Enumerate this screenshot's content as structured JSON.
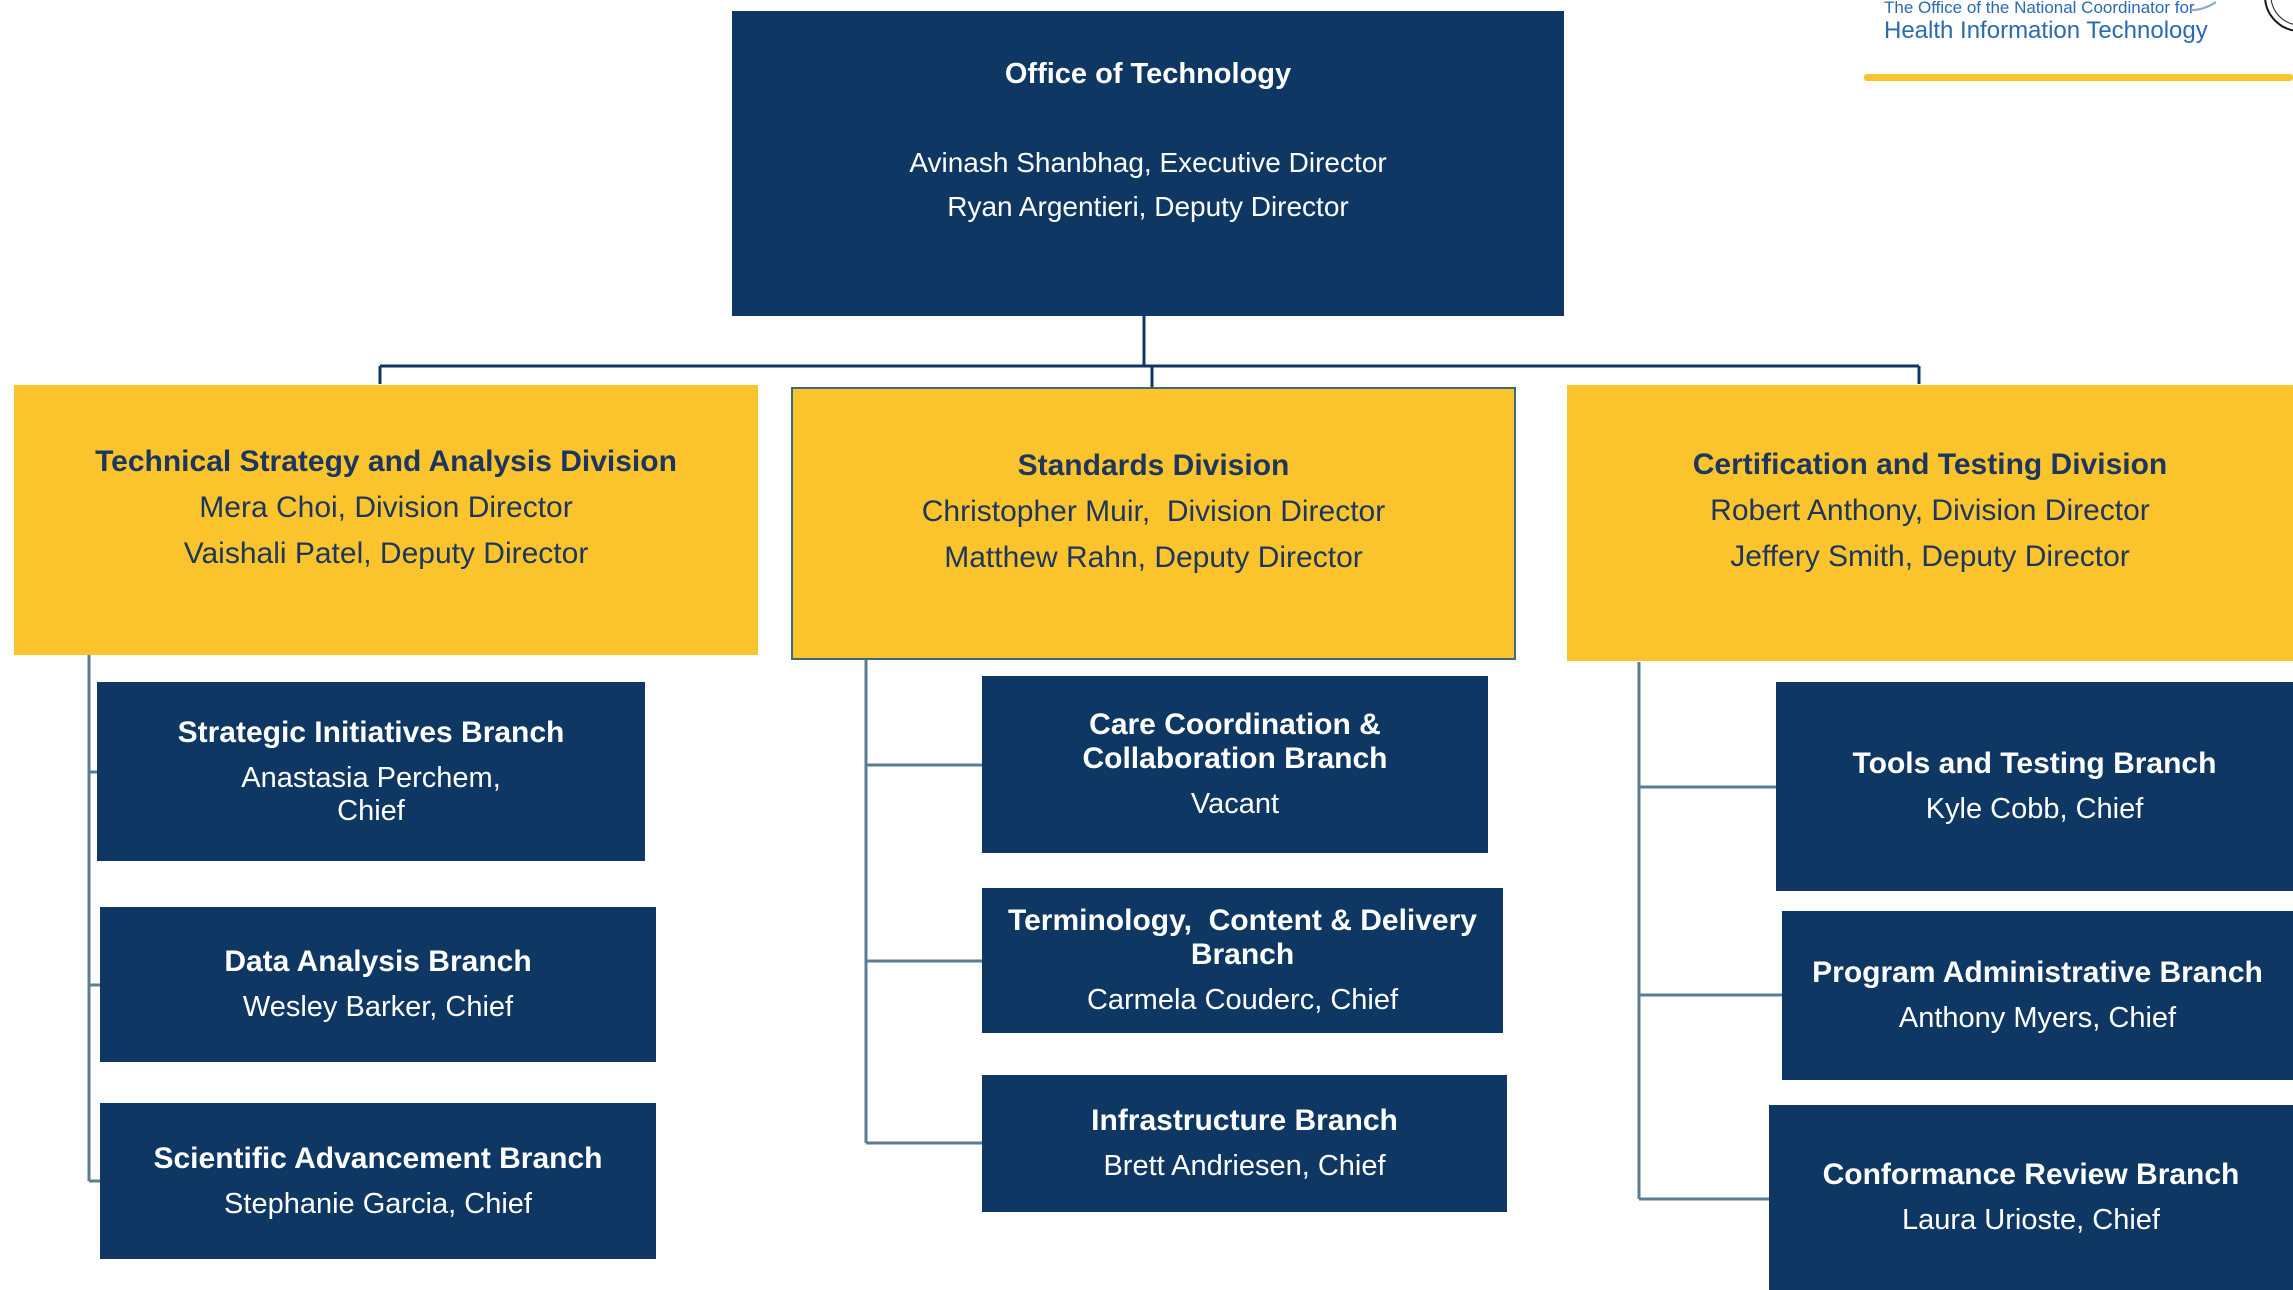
{
  "logo": {
    "line1": "The Office of the National Coordinator for",
    "line2": "Health Information Technology",
    "accent_color": "#fcc42c"
  },
  "colors": {
    "navy": "#0f3764",
    "gold": "#fcc42c",
    "gold_text": "#1c365e"
  },
  "office": {
    "title": "Office of Technology",
    "line1": "Avinash Shanbhag, Executive Director",
    "line2": "Ryan Argentieri, Deputy Director"
  },
  "divisions": [
    {
      "title": "Technical Strategy and Analysis Division",
      "line1": "Mera Choi, Division Director",
      "line2": "Vaishali Patel, Deputy Director",
      "branches": [
        {
          "title": "Strategic Initiatives Branch",
          "line1": "Anastasia Perchem,",
          "line2": "Chief"
        },
        {
          "title": "Data Analysis Branch",
          "line1": "Wesley Barker, Chief"
        },
        {
          "title": "Scientific Advancement Branch",
          "line1": "Stephanie Garcia, Chief"
        }
      ]
    },
    {
      "title": "Standards Division",
      "line1": "Christopher Muir,  Division Director",
      "line2": "Matthew Rahn, Deputy Director",
      "branches": [
        {
          "title1": "Care Coordination &",
          "title2": "Collaboration Branch",
          "line1": "Vacant"
        },
        {
          "title1": "Terminology,  Content & Delivery",
          "title2": "Branch",
          "line1": "Carmela Couderc, Chief"
        },
        {
          "title": "Infrastructure Branch",
          "line1": "Brett Andriesen, Chief"
        }
      ]
    },
    {
      "title": "Certification and Testing Division",
      "line1": "Robert Anthony, Division Director",
      "line2": "Jeffery Smith, Deputy Director",
      "branches": [
        {
          "title": "Tools and Testing Branch",
          "line1": "Kyle Cobb, Chief"
        },
        {
          "title": "Program Administrative Branch",
          "line1": "Anthony Myers, Chief"
        },
        {
          "title": "Conformance Review Branch",
          "line1": "Laura Urioste, Chief"
        }
      ]
    }
  ]
}
